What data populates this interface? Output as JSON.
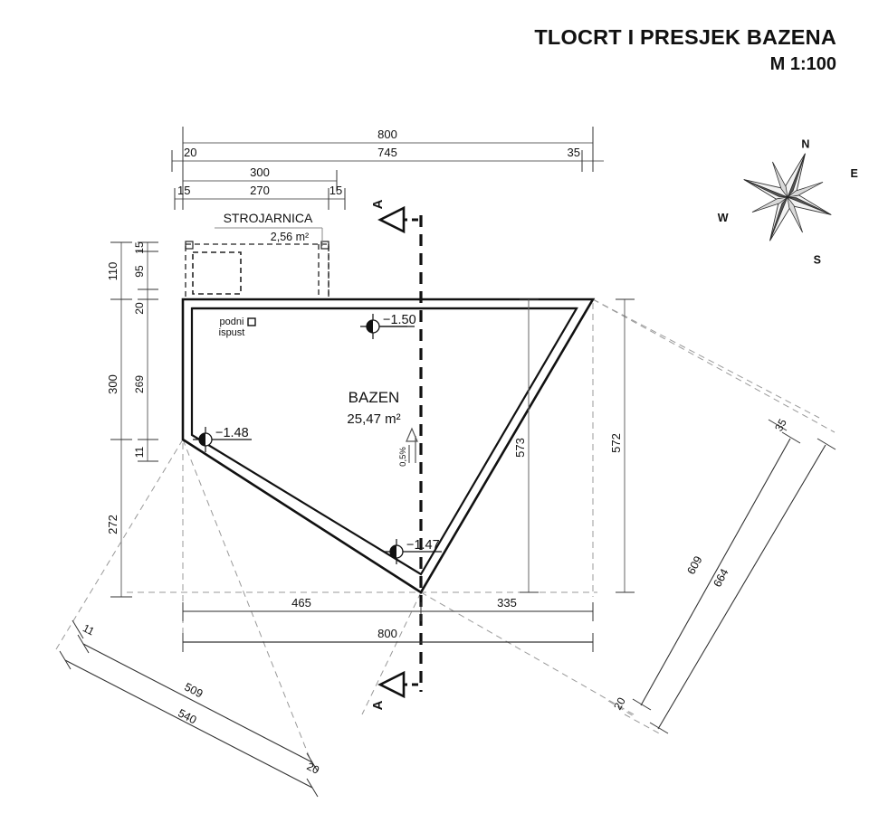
{
  "title": {
    "main": "TLOCRT I PRESJEK BAZENA",
    "scale": "M 1:100"
  },
  "rooms": [
    {
      "name": "BAZEN",
      "area": "25,47 m²"
    },
    {
      "name": "STROJARNICA",
      "area": "2,56 m²"
    }
  ],
  "annotations": {
    "drain_line1": "podni",
    "drain_line2": "ispust",
    "slope": "0,5%",
    "section_marker_top": "A",
    "section_marker_bottom": "A"
  },
  "levels": [
    {
      "value": "−1.50"
    },
    {
      "value": "−1.48"
    },
    {
      "value": "−1.47"
    }
  ],
  "compass": {
    "north": "N",
    "east": "E",
    "south": "S",
    "west": "W"
  },
  "dimensions": {
    "top": {
      "overall": "800",
      "chain": [
        "20",
        "745",
        "35"
      ],
      "machine_room_overall": "300",
      "machine_room_chain": [
        "15",
        "270",
        "15"
      ]
    },
    "left": {
      "outer": [
        "110",
        "300",
        "272"
      ],
      "inner": [
        "15",
        "95",
        "20",
        "269",
        "11"
      ]
    },
    "bottom": {
      "chain": [
        "465",
        "335"
      ],
      "overall": "800"
    },
    "right": {
      "inner": "573",
      "outer": "572"
    },
    "right_rotated": {
      "top_offset": "35",
      "inner": "609",
      "outer": "664",
      "bottom_offset": "20"
    },
    "bottom_left_rotated": {
      "top_offset": "11",
      "inner": "509",
      "outer": "540",
      "bottom_offset": "20"
    }
  },
  "colors": {
    "line": "#111111",
    "dim_line": "#555555",
    "dashed_property": "#888888",
    "background": "#ffffff"
  }
}
